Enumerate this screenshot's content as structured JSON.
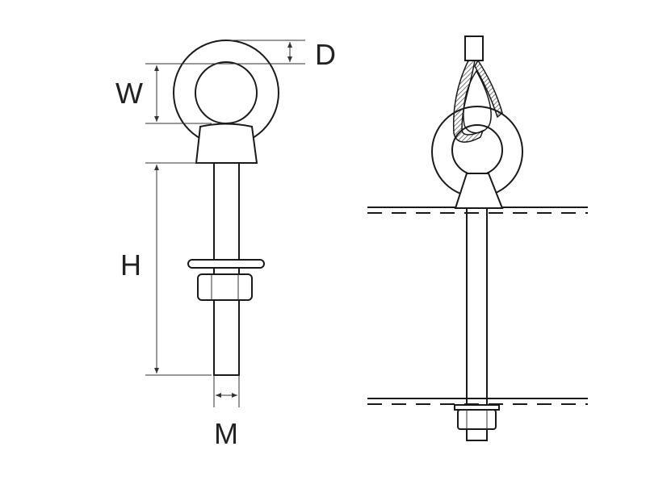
{
  "labels": {
    "d": "D",
    "w": "W",
    "h": "H",
    "m": "M"
  },
  "colors": {
    "line": "#1a1a1a",
    "background": "#ffffff"
  }
}
